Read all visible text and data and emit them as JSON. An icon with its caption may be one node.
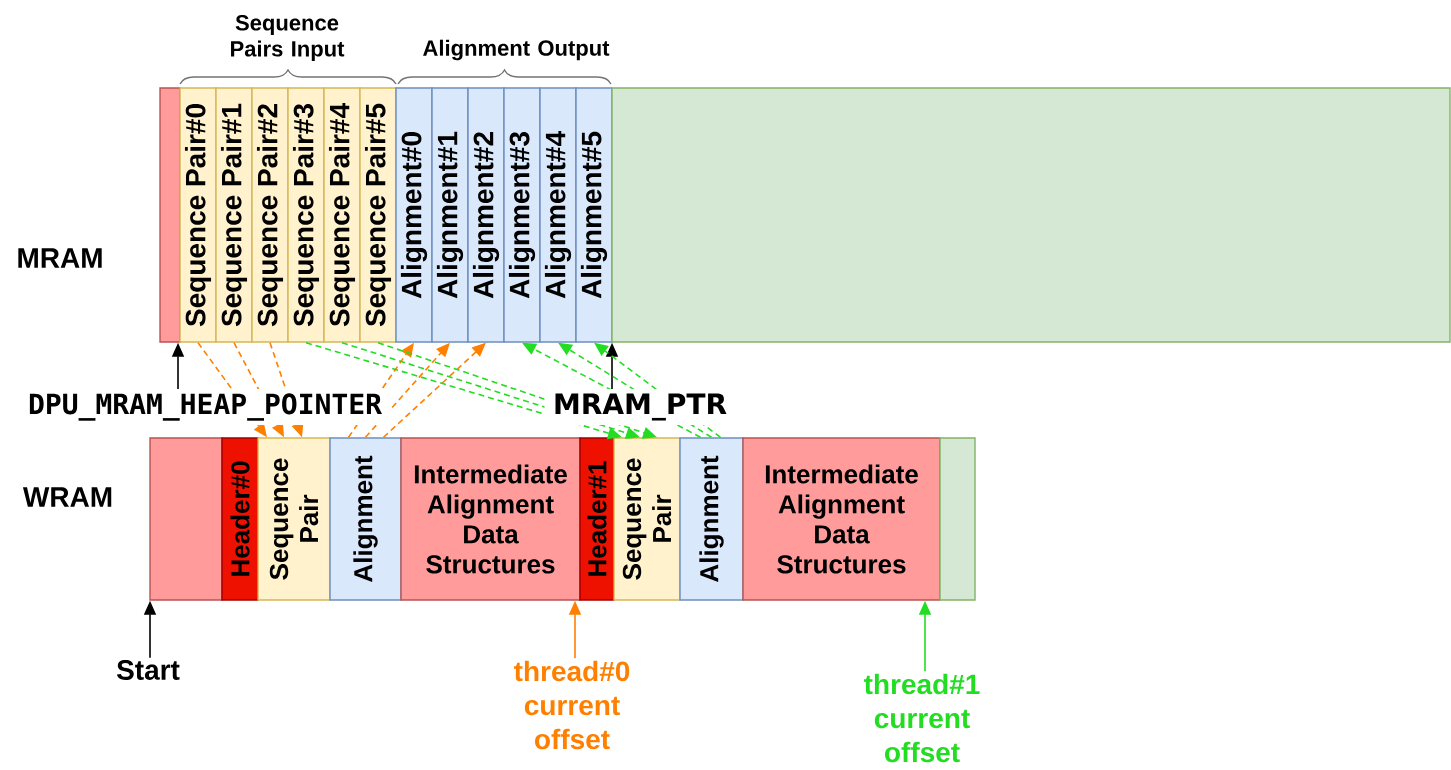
{
  "diagram": {
    "nodes": [
      {
        "text": [],
        "shape": "box"
      },
      {
        "text": [
          "Sequence Pair#0"
        ]
      },
      {
        "text": [
          "Sequence Pair#1"
        ]
      },
      {
        "text": [
          "Sequence Pair#2"
        ]
      },
      {
        "text": [
          "Sequence Pair#3"
        ]
      },
      {
        "text": [
          "Sequence Pair#4"
        ]
      },
      {
        "text": [
          "Sequence Pair#5"
        ]
      },
      {
        "text": [
          "Alignment#0"
        ]
      },
      {
        "text": [
          "Alignment#1"
        ]
      },
      {
        "text": [
          "Alignment#2"
        ]
      },
      {
        "text": [
          "Alignment#3"
        ]
      },
      {
        "text": [
          "Alignment#4"
        ]
      },
      {
        "text": [
          "Alignment#5"
        ]
      },
      {
        "text": [],
        "shape": "box"
      },
      {
        "text": [
          "DPU_MRAM_HEAP_POINTER"
        ]
      },
      {
        "text": [
          "MRAM_PTR"
        ]
      },
      {
        "text": [],
        "shape": "box"
      },
      {
        "text": [
          "Header#0"
        ]
      },
      {
        "text": [
          "Sequence Pair"
        ]
      },
      {
        "text": [
          "Alignment"
        ]
      },
      {
        "text": [
          "Intermediate Alignment Data Structures"
        ]
      },
      {
        "text": [
          "Header#1"
        ]
      },
      {
        "text": [
          "Sequence Pair"
        ]
      },
      {
        "text": [
          "Alignment"
        ]
      },
      {
        "text": [
          "Intermediate Alignment Data Structures"
        ]
      },
      {
        "text": [],
        "shape": "box"
      },
      {
        "text": [
          "Start"
        ]
      },
      {
        "text": [
          "thread#0 current offset"
        ]
      },
      {
        "text": [
          "thread#1 current offset"
        ]
      }
    ],
    "edges": [
      {
        "from": 14,
        "to": 0,
        "arrow": "to",
        "color": "#000000"
      },
      {
        "from": 15,
        "to": 12,
        "arrow": "to",
        "color": "#000000"
      },
      {
        "from": 1,
        "to": 18,
        "arrow": "to",
        "style": "dashed",
        "color": "#ff8000"
      },
      {
        "from": 2,
        "to": 18,
        "arrow": "to",
        "style": "dashed",
        "color": "#ff8000"
      },
      {
        "from": 3,
        "to": 18,
        "arrow": "to",
        "style": "dashed",
        "color": "#ff8000"
      },
      {
        "from": 19,
        "to": 7,
        "arrow": "to",
        "style": "dashed",
        "color": "#ff8000"
      },
      {
        "from": 19,
        "to": 8,
        "arrow": "to",
        "style": "dashed",
        "color": "#ff8000"
      },
      {
        "from": 19,
        "to": 9,
        "arrow": "to",
        "style": "dashed",
        "color": "#ff8000"
      },
      {
        "from": 4,
        "to": 22,
        "arrow": "to",
        "style": "dashed",
        "color": "#22dd22"
      },
      {
        "from": 5,
        "to": 22,
        "arrow": "to",
        "style": "dashed",
        "color": "#22dd22"
      },
      {
        "from": 6,
        "to": 22,
        "arrow": "to",
        "style": "dashed",
        "color": "#22dd22"
      },
      {
        "from": 23,
        "to": 10,
        "arrow": "to",
        "style": "dashed",
        "color": "#22dd22"
      },
      {
        "from": 23,
        "to": 11,
        "arrow": "to",
        "style": "dashed",
        "color": "#22dd22"
      },
      {
        "from": 23,
        "to": 12,
        "arrow": "to",
        "style": "dashed",
        "color": "#22dd22"
      },
      {
        "from": 26,
        "to": 16,
        "arrow": "to",
        "color": "#000000"
      },
      {
        "from": 27,
        "to": 20,
        "arrow": "to",
        "color": "#ff8000"
      },
      {
        "from": 28,
        "to": 24,
        "arrow": "to",
        "color": "#22dd22"
      }
    ],
    "labels": [
      "Sequence Pairs Input",
      "Alignment Output",
      "MRAM",
      "WRAM"
    ]
  }
}
